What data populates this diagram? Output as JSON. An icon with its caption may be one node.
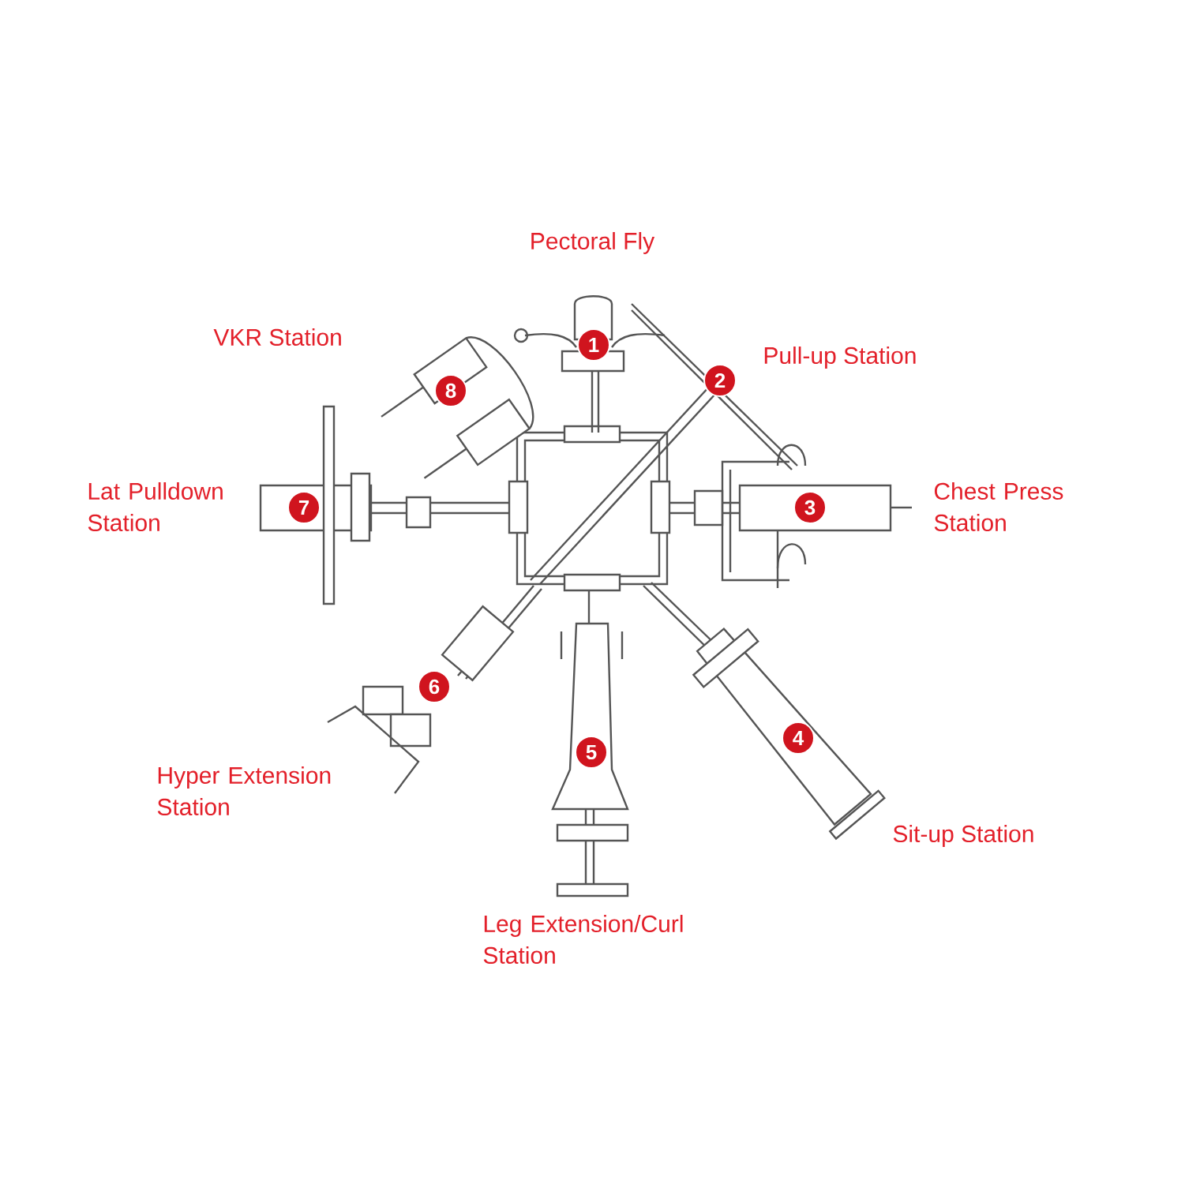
{
  "diagram": {
    "nodes": [
      {
        "text": [
          "1"
        ]
      },
      {
        "text": [
          "2"
        ]
      },
      {
        "text": [
          "3"
        ]
      },
      {
        "text": [
          "4"
        ]
      },
      {
        "text": [
          "5"
        ]
      },
      {
        "text": [
          "6"
        ]
      },
      {
        "text": [
          "7"
        ]
      },
      {
        "text": [
          "8"
        ]
      }
    ],
    "labels": [
      "Pectoral Fly",
      "VKR Station",
      "Pull-up Station",
      "Lat Pulldown Station",
      "Chest Press Station",
      "Hyper Extension Station",
      "Sit-up Station",
      "Leg Extension/Curl Station"
    ]
  }
}
